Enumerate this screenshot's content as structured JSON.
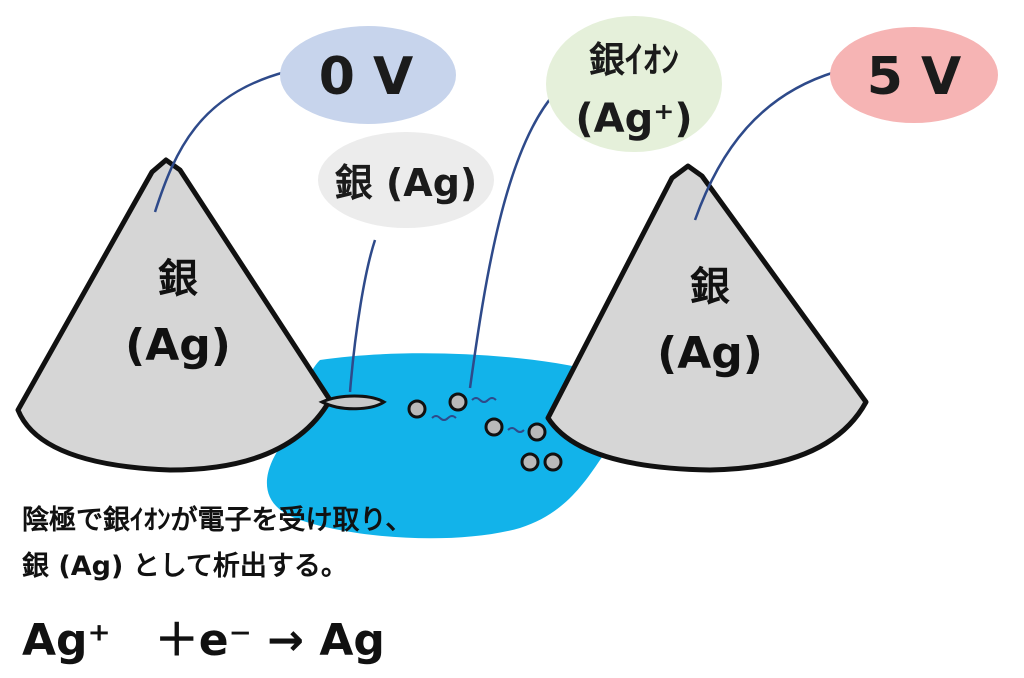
{
  "colors": {
    "solution": "#12b3ea",
    "cone_fill": "#d6d6d6",
    "bubble_0v": "#c7d4ec",
    "bubble_5v": "#f6b4b4",
    "bubble_ion": "#e5f0da",
    "bubble_ag": "#ececec",
    "leader_line": "#2e4a8a"
  },
  "labels": {
    "voltage_left": "0 V",
    "voltage_right": "5 V",
    "ion_line1": "銀ｲｵﾝ",
    "ion_line2": "(Ag⁺)",
    "deposit": "銀 (Ag)",
    "left_electrode_line1": "銀",
    "left_electrode_line2": "(Ag)",
    "right_electrode_line1": "銀",
    "right_electrode_line2": "(Ag)"
  },
  "caption": {
    "line1": "陰極で銀ｲｵﾝが電子を受け取り、",
    "line2": "銀 (Ag) として析出する。"
  },
  "equation": "Ag⁺　＋e⁻ → Ag"
}
